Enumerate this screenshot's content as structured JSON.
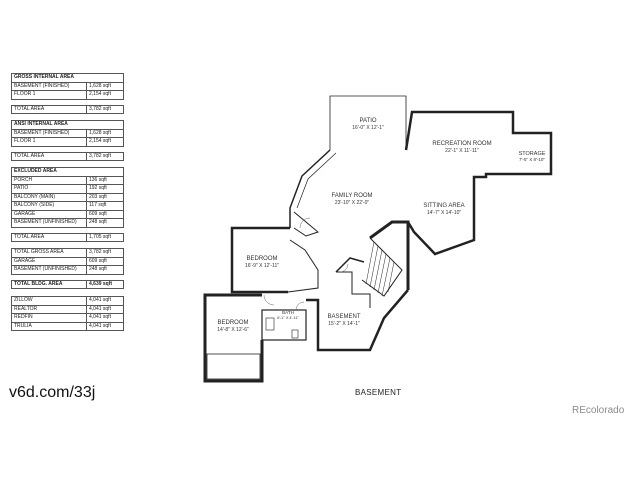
{
  "tables": [
    {
      "id": "gross",
      "header": "GROSS INTERNAL AREA",
      "rows": [
        {
          "label": "BASEMENT (FINISHED)",
          "value": "1,628 sqft"
        },
        {
          "label": "FLOOR 1",
          "value": "2,154 sqft"
        }
      ],
      "total": {
        "label": "TOTAL AREA",
        "value": "3,782 sqft"
      }
    },
    {
      "id": "ansi",
      "header": "ANSI INTERNAL AREA",
      "rows": [
        {
          "label": "BASEMENT (FINISHED)",
          "value": "1,628 sqft"
        },
        {
          "label": "FLOOR 1",
          "value": "2,154 sqft"
        }
      ],
      "total": {
        "label": "TOTAL AREA",
        "value": "3,782 sqft"
      }
    },
    {
      "id": "excluded",
      "header": "EXCLUDED AREA",
      "rows": [
        {
          "label": "PORCH",
          "value": "136 sqft"
        },
        {
          "label": "PATIO",
          "value": "192 sqft"
        },
        {
          "label": "BALCONY (MAIN)",
          "value": "203 sqft"
        },
        {
          "label": "BALCONY (SIDE)",
          "value": "117 sqft"
        },
        {
          "label": "GARAGE",
          "value": "609 sqft"
        },
        {
          "label": "BASEMENT (UNFINISHED)",
          "value": "248 sqft"
        }
      ],
      "total": {
        "label": "TOTAL AREA",
        "value": "1,705 sqft"
      }
    },
    {
      "id": "gross2",
      "header": "",
      "rows": [
        {
          "label": "TOTAL GROSS AREA",
          "value": "3,782 sqft"
        },
        {
          "label": "GARAGE",
          "value": "609 sqft"
        },
        {
          "label": "BASEMENT (UNFINISHED)",
          "value": "248 sqft"
        }
      ],
      "total": {
        "label": "TOTAL BLDG. AREA",
        "value": "4,639 sqft"
      }
    },
    {
      "id": "sites",
      "header": "",
      "rows": [
        {
          "label": "ZILLOW",
          "value": "4,041 sqft"
        },
        {
          "label": "REALTOR",
          "value": "4,041 sqft"
        },
        {
          "label": "REDFIN",
          "value": "4,041 sqft"
        },
        {
          "label": "TRULIA",
          "value": "4,041 sqft"
        }
      ],
      "total": null
    }
  ],
  "rooms": {
    "patio": {
      "name": "PATIO",
      "dims": "16'-0\" X 12'-1\""
    },
    "recreation": {
      "name": "RECREATION ROOM",
      "dims": "22'-1\" X 11'-11\""
    },
    "storage": {
      "name": "STORAGE",
      "dims": "7'-5\" X 8'-10\""
    },
    "family": {
      "name": "FAMILY ROOM",
      "dims": "23'-10\" X 22'-0\""
    },
    "sitting": {
      "name": "SITTING AREA",
      "dims": "14'-7\" X 14'-10\""
    },
    "bedroom1": {
      "name": "BEDROOM",
      "dims": "16'-9\" X 12'-11\""
    },
    "bedroom2": {
      "name": "BEDROOM",
      "dims": "14'-8\" X 12'-6\""
    },
    "bath": {
      "name": "BATH",
      "dims": "6'-1\" X 4'-11\""
    },
    "basement": {
      "name": "BASEMENT",
      "dims": "15'-2\" X 14'-1\""
    }
  },
  "plan_title": "BASEMENT",
  "url": "v6d.com/33j",
  "brand": "REcolorado"
}
